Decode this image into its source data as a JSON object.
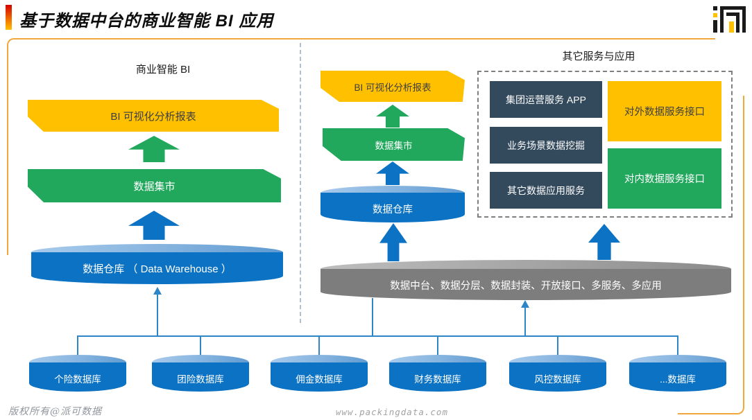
{
  "header": {
    "title": "基于数据中台的商业智能 BI 应用"
  },
  "icons": {
    "logo": "packingdata-brand-mark"
  },
  "sections": {
    "bi": {
      "title": "商业智能 BI",
      "report_banner": "BI 可视化分析报表",
      "mart_banner": "数据集市",
      "warehouse": "数据仓库 （ Data Warehouse ）"
    },
    "mid": {
      "report_banner": "BI 可视化分析报表",
      "mart_banner": "数据集市",
      "warehouse": "数据仓库"
    },
    "services": {
      "title": "其它服务与应用",
      "apps": [
        "集团运营服务 APP",
        "业务场景数据挖掘",
        "其它数据应用服务"
      ],
      "external_api": "对外数据服务接口",
      "internal_api": "对内数据服务接口"
    }
  },
  "platform": {
    "label": "数据中台、数据分层、数据封装、开放接口、多服务、多应用"
  },
  "databases": [
    "个险数据库",
    "团险数据库",
    "佣金数据库",
    "财务数据库",
    "风控数据库",
    "...数据库"
  ],
  "footer": {
    "copyright": "版权所有@派可数据",
    "website": "www.packingdata.com"
  },
  "colors": {
    "accent_yellow": "#FFC000",
    "green": "#21A85C",
    "blue": "#0B72C4",
    "navy": "#33495C",
    "gray": "#7F7F7F",
    "frame_orange": "#F2A73C"
  }
}
